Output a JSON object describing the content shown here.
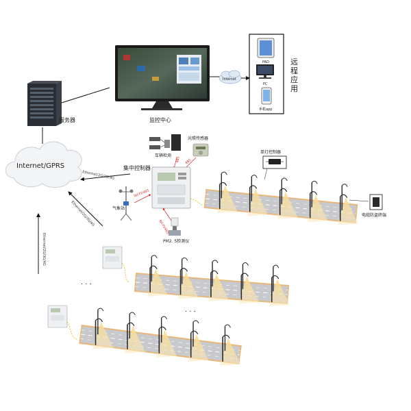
{
  "labels": {
    "server": "服务器",
    "monitor": "监控中心",
    "internet_cloud": "Internet/GPRS",
    "internet_small": "Internet",
    "remote_app": "远程应用",
    "pad": "PAD",
    "pc": "PC",
    "phone": "手机app",
    "vehicle_detect": "车辆检测",
    "light_sensor": "光照传感器",
    "concentrator": "集中控制器",
    "weather": "气象站",
    "pm25": "PM2. 5检测仪",
    "single_lamp": "单灯控制器",
    "cable_terminal": "电缆防盗终端",
    "dots1": "· · ·",
    "dots2": "· · ·"
  },
  "links": {
    "ethernet_a": "Ethernet/2G/3G/4G",
    "ethernet_b": "Ethernet/2G/3G/4G",
    "ethernet_c": "Ethernet/2G/3G/4G",
    "wifi_a": "WI-FI/485",
    "wifi_b": "WI-FI/485",
    "wifi_c": "485",
    "wifi_d": "485"
  },
  "colors": {
    "road": "#c7c9cc",
    "road_edge": "#e8b87a",
    "light_cone": "#f6dfa6",
    "pole": "#2b2b2b",
    "cloud": "#f3f4f6",
    "server": "#2a2d33",
    "accent_red": "#d03030",
    "cable_yellow": "#e6b800"
  }
}
